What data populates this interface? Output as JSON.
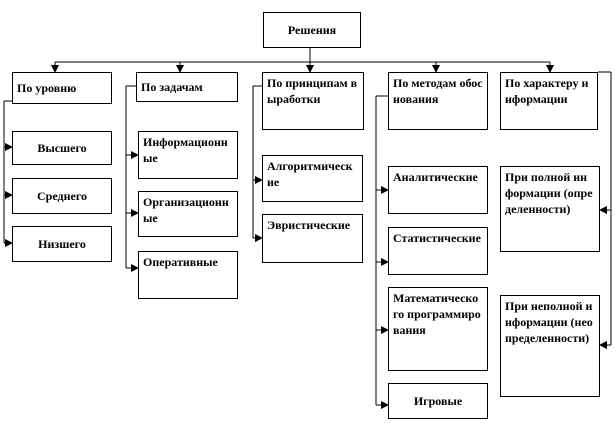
{
  "root": {
    "label": "Решения"
  },
  "categories": [
    {
      "label": "По уровню",
      "items": [
        "Высшего",
        "Среднего",
        "Низшего"
      ]
    },
    {
      "label": "По задачам",
      "items": [
        "Информационные",
        "Организационные",
        "Оперативные"
      ]
    },
    {
      "label": "По принципам выработки",
      "items": [
        "Алгоритмические",
        "Эвристические"
      ]
    },
    {
      "label": "По методам обоснования",
      "items": [
        "Аналитические",
        "Статистические",
        "Математического программирования",
        "Игровые"
      ]
    },
    {
      "label": "По характеру информации",
      "items": [
        "При полной информации (определенности)",
        "При неполной информации (неопределенности)"
      ]
    }
  ]
}
